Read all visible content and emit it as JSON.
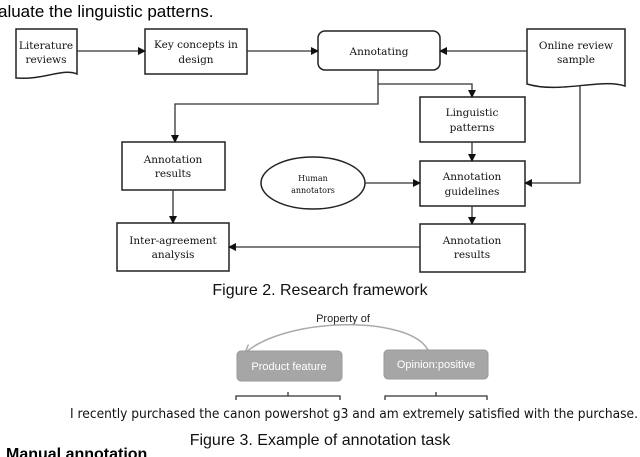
{
  "body_text": "aluate the linguistic patterns.",
  "figure2": {
    "nodes": {
      "literature_reviews": [
        "Literature",
        "reviews"
      ],
      "key_concepts": [
        "Key concepts in",
        "design"
      ],
      "annotating": "Annotating",
      "online_review_sample": [
        "Online review",
        "sample"
      ],
      "linguistic_patterns": [
        "Linguistic",
        "patterns"
      ],
      "annotation_results_left": [
        "Annotation",
        "results"
      ],
      "human_annotators": [
        "Human",
        "annotators"
      ],
      "annotation_guidelines": [
        "Annotation",
        "guidelines"
      ],
      "inter_agreement": [
        "Inter-agreement",
        "analysis"
      ],
      "annotation_results_right": [
        "Annotation",
        "results"
      ]
    },
    "caption": "Figure 2. Research framework"
  },
  "figure3": {
    "relation_label": "Property of",
    "tag_product": "Product feature",
    "tag_opinion": "Opinion:positive",
    "tag_color": "#a6a6a6",
    "sentence": "I recently purchased the canon powershot g3 and am extremely satisfied with the purchase.",
    "caption": "Figure 3. Example of annotation task"
  },
  "next_heading": "Manual annotation"
}
